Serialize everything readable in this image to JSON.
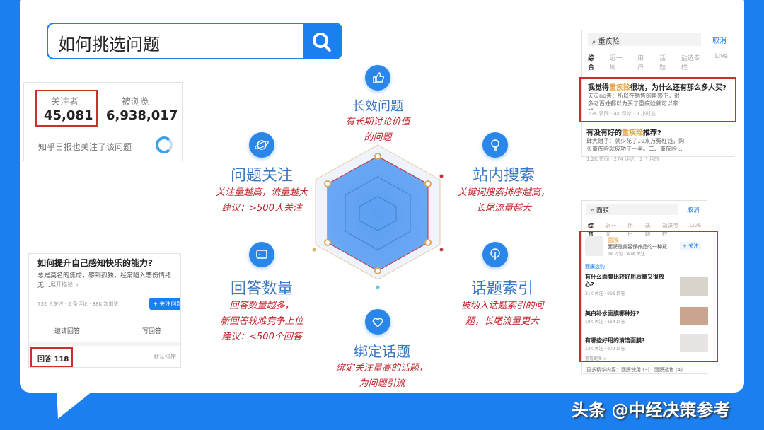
{
  "search": {
    "query": "如何挑选问题",
    "icon": "search-icon"
  },
  "stats": {
    "followers_label": "关注者",
    "followers": "45,081",
    "views_label": "被浏览",
    "views": "6,938,017",
    "note": "知乎日报也关注了该问题"
  },
  "diagram": {
    "center": {
      "title": "长效问题",
      "sub": [
        "有长期讨论价值",
        "的问题"
      ],
      "icon": "thumbs-up-icon"
    },
    "left_top": {
      "title": "问题关注",
      "sub": [
        "关注量越高，流量越大",
        "建议：>500人关注"
      ],
      "icon": "planet-icon"
    },
    "right_top": {
      "title": "站内搜索",
      "sub": [
        "关键词搜索排序越高，",
        "长尾流量越大"
      ],
      "icon": "lightbulb-icon"
    },
    "left_bottom": {
      "title": "回答数量",
      "sub": [
        "回答数量越多，",
        "新回答较难竞争上位",
        "建议：<500个回答"
      ],
      "icon": "chat-icon"
    },
    "right_bottom": {
      "title": "话题索引",
      "sub": [
        "被纳入话题索引的问",
        "题，长尾流量更大"
      ],
      "icon": "leaf-icon"
    },
    "bottom": {
      "title": "绑定话题",
      "sub": [
        "绑定关注量高的话题，",
        "为问题引流"
      ],
      "icon": "heart-icon"
    },
    "accent": "#1b7ff0",
    "highlight": "#c0202a"
  },
  "shot1": {
    "query": "重疾险",
    "cancel": "取消",
    "tabs": [
      "综合",
      "近一周",
      "用户",
      "话题",
      "盐选专栏",
      "Live"
    ],
    "items": [
      {
        "title_a": "我觉得",
        "kw": "重疾险",
        "title_b": "很坑，为什么还有那么多人买?",
        "body": "天灵no善：所以在销售的蛊惑下，很多老百姓都以为买了重疾险就可以拿钱...",
        "meta": "22K 赞同 · 4K 评论 · 9 小时前"
      },
      {
        "title_a": "有没有好的",
        "kw": "重疾险",
        "title_b": "推荐?",
        "body": "肆大财子：就少花了10来万冤枉钱，购买重疾险就成功了一半。二、重疾险...",
        "meta": "1.2K 赞同 · 274 评论 · 1 个月前"
      }
    ]
  },
  "shot2": {
    "query": "面膜",
    "cancel": "取消",
    "tabs": [
      "综合",
      "近一周",
      "用户",
      "话题",
      "盐选专栏",
      "Live"
    ],
    "topic": {
      "name": "面膜",
      "desc": "面膜是美容保养品的一种载...",
      "meta": "1K 讨论 · 47K 关注",
      "follow": "+ 关注"
    },
    "section": "面膜选购",
    "items": [
      {
        "q": "有什么面膜比较好用质量又很放心?",
        "meta": "31K 关注 · 996 回答"
      },
      {
        "q": "美白补水面膜哪种好?",
        "meta": "18K 关注 · 164 回答"
      },
      {
        "q": "有哪些好用的清洁面膜?",
        "meta": "13K 关注 · 272 回答"
      }
    ],
    "more": "查看更多 >",
    "footer": "更多精华内容：面膜使用 (3) · 面膜选售 (4)"
  },
  "shot3": {
    "title": "如何提升自己感知快乐的能力?",
    "desc": "总是莫名的焦虑，感到孤独，经常陷入悲伤情绪无...",
    "expand": "展开描述 ∨",
    "meta": "752 人关注 · 2 条评论 · 38K 次浏览",
    "follow": "+ 关注问题",
    "invite": "邀请回答",
    "write": "写回答",
    "answers": "回答 118",
    "sort": "默认排序"
  },
  "watermark": "头条 @中经决策参考"
}
